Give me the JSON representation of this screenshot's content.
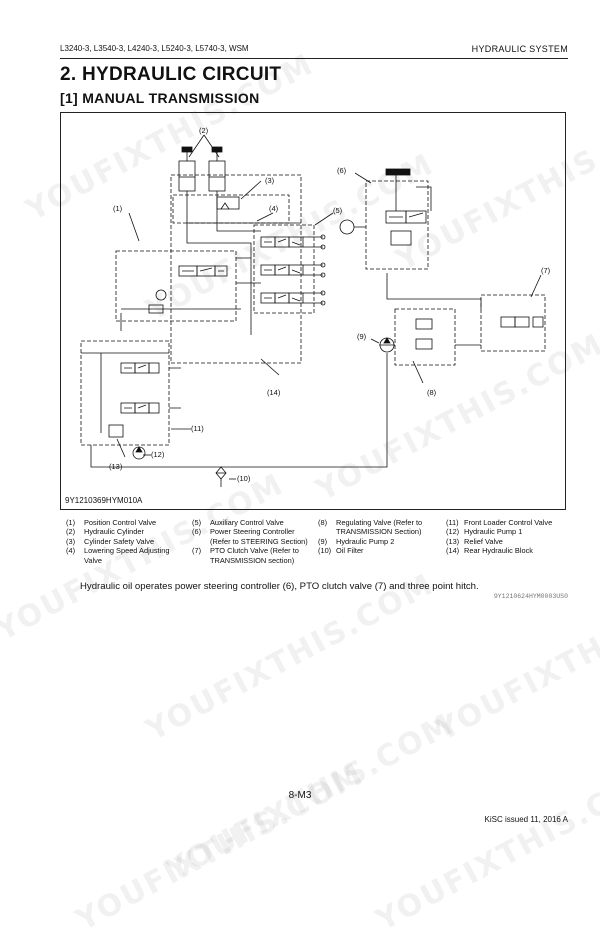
{
  "header": {
    "models": "L3240-3, L3540-3, L4240-3, L5240-3, L5740-3, WSM",
    "section": "HYDRAULIC SYSTEM"
  },
  "titles": {
    "section_title": "2.  HYDRAULIC CIRCUIT",
    "subsection_title": "[1]  MANUAL TRANSMISSION"
  },
  "figure": {
    "code": "9Y1210369HYM010A",
    "callouts": {
      "c1": "(1)",
      "c2": "(2)",
      "c3": "(3)",
      "c4": "(4)",
      "c5": "(5)",
      "c6": "(6)",
      "c7": "(7)",
      "c8": "(8)",
      "c9": "(9)",
      "c10": "(10)",
      "c11": "(11)",
      "c12": "(12)",
      "c13": "(13)",
      "c14": "(14)"
    }
  },
  "legend": {
    "col1": [
      {
        "num": "(1)",
        "text": "Position Control Valve"
      },
      {
        "num": "(2)",
        "text": "Hydraulic Cylinder"
      },
      {
        "num": "(3)",
        "text": "Cylinder Safety Valve"
      },
      {
        "num": "(4)",
        "text": "Lowering Speed Adjusting Valve"
      }
    ],
    "col2": [
      {
        "num": "(5)",
        "text": "Auxiliary Control Valve"
      },
      {
        "num": "(6)",
        "text": "Power Steering Controller (Refer to STEERING Section)"
      },
      {
        "num": "(7)",
        "text": "PTO Clutch Valve (Refer to TRANSMISSION section)"
      }
    ],
    "col3": [
      {
        "num": "(8)",
        "text": "Regulating Valve (Refer to TRANSMISSION Section)"
      },
      {
        "num": "(9)",
        "text": "Hydraulic Pump 2"
      },
      {
        "num": "(10)",
        "text": "Oil Filter"
      }
    ],
    "col4": [
      {
        "num": "(11)",
        "text": "Front Loader Control Valve"
      },
      {
        "num": "(12)",
        "text": "Hydraulic Pump 1"
      },
      {
        "num": "(13)",
        "text": "Relief Valve"
      },
      {
        "num": "(14)",
        "text": "Rear Hydraulic Block"
      }
    ]
  },
  "body_text": "Hydraulic oil operates power steering controller (6), PTO clutch valve (7) and three point hitch.",
  "doc_code": "9Y1210624HYM0003US0",
  "page_number": "8-M3",
  "footer": "KiSC issued 11, 2016 A",
  "watermark": "YOUFIXTHIS.COM"
}
